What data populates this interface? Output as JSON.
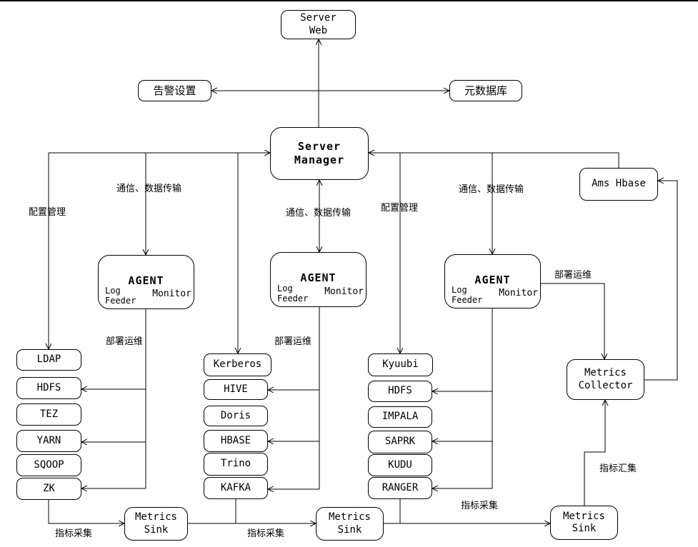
{
  "nodes": {
    "server_web": {
      "line1": "Server",
      "line2": "Web"
    },
    "alert_settings": {
      "label": "告警设置"
    },
    "metadata_db": {
      "label": "元数据库"
    },
    "server_manager": {
      "line1": "Server",
      "line2": "Manager"
    },
    "ams_hbase": {
      "label": "Ams Hbase"
    },
    "agents": {
      "left": {
        "title": "AGENT",
        "log_feeder": "Log Feeder",
        "monitor": "Monitor"
      },
      "middle": {
        "title": "AGENT",
        "log_feeder": "Log Feeder",
        "monitor": "Monitor"
      },
      "right": {
        "title": "AGENT",
        "log_feeder": "Log Feeder",
        "monitor": "Monitor"
      }
    },
    "metrics_collector": {
      "line1": "Metrics",
      "line2": "Collector"
    },
    "metrics_sinks": [
      {
        "line1": "Metrics",
        "line2": "Sink"
      },
      {
        "line1": "Metrics",
        "line2": "Sink"
      },
      {
        "line1": "Metrics",
        "line2": "Sink"
      }
    ]
  },
  "columns": {
    "left": [
      "LDAP",
      "HDFS",
      "TEZ",
      "YARN",
      "SQOOP",
      "ZK"
    ],
    "middle": [
      "Kerberos",
      "HIVE",
      "Doris",
      "HBASE",
      "Trino",
      "KAFKA"
    ],
    "right": [
      "Kyuubi",
      "HDFS",
      "IMPALA",
      "SAPRK",
      "KUDU",
      "RANGER"
    ]
  },
  "edge_labels": {
    "comm_left": "通信、数据传输",
    "comm_middle": "通信、数据传输",
    "comm_right": "通信、数据传输",
    "config_left": "配置管理",
    "config_right": "配置管理",
    "deploy_left": "部署运维",
    "deploy_middle": "部署运维",
    "deploy_right": "部署运维",
    "collect_left": "指标采集",
    "collect_middle": "指标采集",
    "collect_right": "指标采集",
    "aggregate": "指标汇集"
  },
  "colors": {
    "line": "#000000",
    "box_border": "#000000",
    "box_fill": "#ffffff",
    "background": "#ffffff",
    "text": "#000000",
    "top_border": "#000000"
  }
}
